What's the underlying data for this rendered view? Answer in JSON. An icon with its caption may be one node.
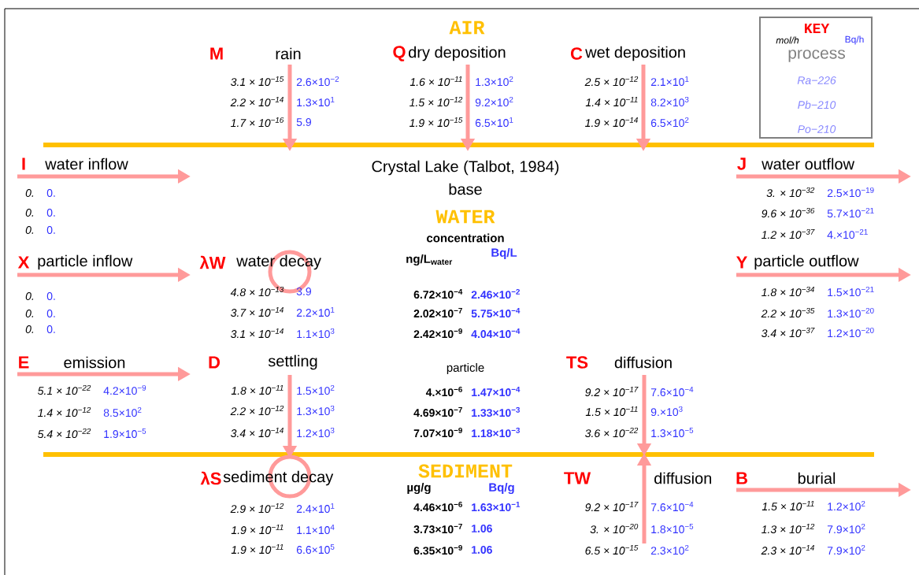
{
  "diagram": {
    "nodes": [
      {
        "text": [
          "KEY",
          "mol/h",
          "Bq/h",
          "process",
          "Ra−226",
          "Pb−210",
          "Po−210"
        ]
      }
    ],
    "labels": [
      "AIR",
      "M",
      "rain",
      "3.1 × 10$^{−15}$",
      "2.6×10$^{−2}$",
      "2.2 × 10$^{−14}$",
      "1.3×10$^{1}$",
      "1.7 × 10$^{−16}$",
      "5.9",
      "Q",
      "dry deposition",
      "1.6 × 10$^{−11}$",
      "1.3×10$^{2}$",
      "1.5 × 10$^{−12}$",
      "9.2×10$^{2}$",
      "1.9 × 10$^{−15}$",
      "6.5×10$^{1}$",
      "C",
      "wet deposition",
      "2.5 × 10$^{−12}$",
      "2.1×10$^{1}$",
      "1.4 × 10$^{−11}$",
      "8.2×10$^{3}$",
      "1.9 × 10$^{−14}$",
      "6.5×10$^{2}$",
      "I",
      "water inflow",
      "0.",
      "0.",
      "0.",
      "0.",
      "0.",
      "0.",
      "Crystal Lake (Talbot, 1984)",
      "base",
      "J",
      "water outflow",
      "3. × 10$^{−32}$",
      "2.5×10$^{−19}$",
      "9.6 × 10$^{−36}$",
      "5.7×10$^{−21}$",
      "1.2 × 10$^{−37}$",
      "4.×10$^{−21}$",
      "WATER",
      "concentration",
      "ng/L$_{water}$",
      "Bq/L",
      "X",
      "particle inflow",
      "0.",
      "0.",
      "0.",
      "0.",
      "0.",
      "0.",
      "λW",
      "water decay",
      "4.8 × 10$^{−13}$",
      "3.9",
      "3.7 × 10$^{−14}$",
      "2.2×10$^{1}$",
      "3.1 × 10$^{−14}$",
      "1.1×10$^{3}$",
      "6.72×10$^{−4}$",
      "2.46×10$^{−2}$",
      "2.02×10$^{−7}$",
      "5.75×10$^{−4}$",
      "2.42×10$^{−9}$",
      "4.04×10$^{−4}$",
      "Y",
      "particle outflow",
      "1.8 × 10$^{−34}$",
      "1.5×10$^{−21}$",
      "2.2 × 10$^{−35}$",
      "1.3×10$^{−20}$",
      "3.4 × 10$^{−37}$",
      "1.2×10$^{−20}$",
      "E",
      "emission",
      "5.1 × 10$^{−22}$",
      "4.2×10$^{−9}$",
      "1.4 × 10$^{−12}$",
      "8.5×10$^{2}$",
      "5.4 × 10$^{−22}$",
      "1.9×10$^{−5}$",
      "D",
      "settling",
      "1.8 × 10$^{−11}$",
      "1.5×10$^{2}$",
      "2.2 × 10$^{−12}$",
      "1.3×10$^{3}$",
      "3.4 × 10$^{−14}$",
      "1.2×10$^{3}$",
      "particle",
      "4.×10$^{−6}$",
      "1.47×10$^{−4}$",
      "4.69×10$^{−7}$",
      "1.33×10$^{−3}$",
      "7.07×10$^{−9}$",
      "1.18×10$^{−3}$",
      "TS",
      "diffusion",
      "9.2 × 10$^{−17}$",
      "7.6×10$^{−4}$",
      "1.5 × 10$^{−11}$",
      "9.×10$^{3}$",
      "3.6 × 10$^{−22}$",
      "1.3×10$^{−5}$",
      "λS",
      "sediment decay",
      "2.9 × 10$^{−12}$",
      "2.4×10$^{1}$",
      "1.9 × 10$^{−11}$",
      "1.1×10$^{4}$",
      "1.9 × 10$^{−11}$",
      "6.6×10$^{5}$",
      "SEDIMENT",
      "µg/g",
      "Bq/g",
      "4.46×10$^{−6}$",
      "1.63×10$^{−1}$",
      "3.73×10$^{−7}$",
      "1.06",
      "6.35×10$^{−9}$",
      "1.06",
      "TW",
      "diffusion",
      "9.2 × 10$^{−17}$",
      "7.6×10$^{−4}$",
      "3. × 10$^{−20}$",
      "1.8×10$^{−5}$",
      "6.5 × 10$^{−15}$",
      "2.3×10$^{2}$",
      "B",
      "burial",
      "1.5 × 10$^{−11}$",
      "1.2×10$^{2}$",
      "1.3 × 10$^{−12}$",
      "7.9×10$^{2}$",
      "2.3 × 10$^{−14}$",
      "7.9×10$^{2}$"
    ]
  }
}
